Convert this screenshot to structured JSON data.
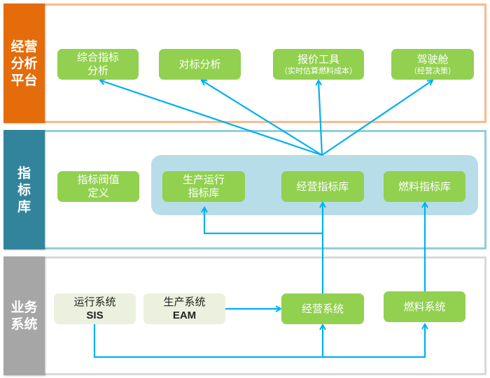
{
  "colors": {
    "layer1": "#e46c0a",
    "layer1_border": "#fbb98a",
    "layer2": "#31849b",
    "layer2_border": "#92cddc",
    "layer3": "#a6a6a6",
    "layer3_border": "#d9d9d9",
    "node_green": "#92d050",
    "node_beige": "#ebf1de",
    "group_fill": "#b7dde8",
    "arrow": "#00b0f0"
  },
  "layers": [
    {
      "label_line1": "经营",
      "label_line2": "分析",
      "label_line3": "平台"
    },
    {
      "label_line1": "指",
      "label_line2": "标",
      "label_line3": "库"
    },
    {
      "label_line1": "业务",
      "label_line2": "系统"
    }
  ],
  "nodes": {
    "composite_analysis": {
      "line1": "综合指标",
      "line2": "分析"
    },
    "benchmark_analysis": {
      "line1": "对标分析"
    },
    "quote_tool": {
      "line1": "报价工具",
      "line2": "（实时估算燃料成本）"
    },
    "cockpit": {
      "line1": "驾驶舱",
      "line2": "（经营决策）"
    },
    "threshold_def": {
      "line1": "指标阀值",
      "line2": "定义"
    },
    "production_index": {
      "line1": "生产运行",
      "line2": "指标库"
    },
    "business_index": {
      "line1": "经营指标库"
    },
    "fuel_index": {
      "line1": "燃料指标库"
    },
    "sis": {
      "line1": "运行系统",
      "line2": "SIS"
    },
    "eam": {
      "line1": "生产系统",
      "line2": "EAM"
    },
    "business_system": {
      "line1": "经营系统"
    },
    "fuel_system": {
      "line1": "燃料系统"
    }
  }
}
